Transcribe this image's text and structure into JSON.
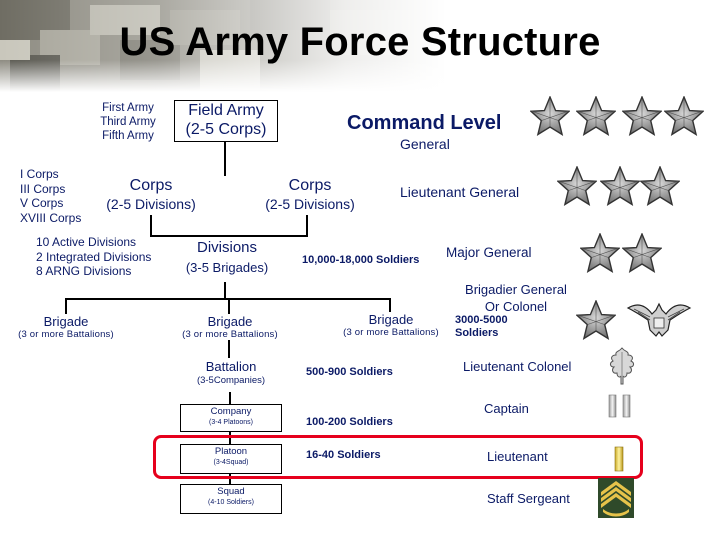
{
  "title": "US Army Force Structure",
  "field_army_units": [
    "First Army",
    "Third Army",
    "Fifth Army"
  ],
  "field_army": {
    "name": "Field Army",
    "detail": "(2-5 Corps)"
  },
  "command_level": "Command Level",
  "general": "General",
  "corps_units": [
    "I Corps",
    "III Corps",
    "V Corps",
    "XVIII Corps"
  ],
  "corps_left": {
    "name": "Corps",
    "detail": "(2-5 Divisions)"
  },
  "corps_right": {
    "name": "Corps",
    "detail": "(2-5 Divisions)"
  },
  "lieutenant_general": "Lieutenant General",
  "division_units": [
    "10 Active Divisions",
    "2 Integrated Divisions",
    "8 ARNG Divisions"
  ],
  "divisions": {
    "name": "Divisions",
    "detail": "(3-5 Brigades)"
  },
  "division_soldiers": "10,000-18,000 Soldiers",
  "major_general": "Major General",
  "brigadier_general": "Brigadier General",
  "or_colonel": "Or Colonel",
  "brigade_left": {
    "name": "Brigade",
    "detail": "(3 or more Battalions)"
  },
  "brigade_mid": {
    "name": "Brigade",
    "detail": "(3 or more Battalions)"
  },
  "brigade_right": {
    "name": "Brigade",
    "detail": "(3 or more Battalions)"
  },
  "brigade_soldiers": [
    "3000-5000",
    "Soldiers"
  ],
  "battalion": {
    "name": "Battalion",
    "detail": "(3-5Companies)"
  },
  "battalion_soldiers": "500-900 Soldiers",
  "lieutenant_colonel": "Lieutenant Colonel",
  "company": {
    "name": "Company",
    "detail": "(3-4 Platoons)"
  },
  "company_soldiers": "100-200 Soldiers",
  "captain": "Captain",
  "platoon": {
    "name": "Platoon",
    "detail": "(3-4Squad)"
  },
  "platoon_soldiers": "16-40 Soldiers",
  "lieutenant": "Lieutenant",
  "squad": {
    "name": "Squad",
    "detail": "(4-10 Soldiers)"
  },
  "staff_sergeant": "Staff Sergeant",
  "rank_insignia": {
    "general": {
      "icon": "star-icon",
      "count": 4
    },
    "lieutenant_general": {
      "icon": "star-icon",
      "count": 3
    },
    "major_general": {
      "icon": "star-icon",
      "count": 2
    },
    "brigadier_general": {
      "icon": "star-icon",
      "count": 1
    },
    "colonel": "eagle-insignia",
    "lieutenant_colonel": "oak-leaf-insignia",
    "captain": "double-bar-insignia",
    "lieutenant": "single-bar-insignia",
    "staff_sergeant": "chevron-insignia"
  },
  "colors": {
    "text": "#0b1a66",
    "highlight": "#e6001c",
    "star": "#8a8a8a"
  }
}
